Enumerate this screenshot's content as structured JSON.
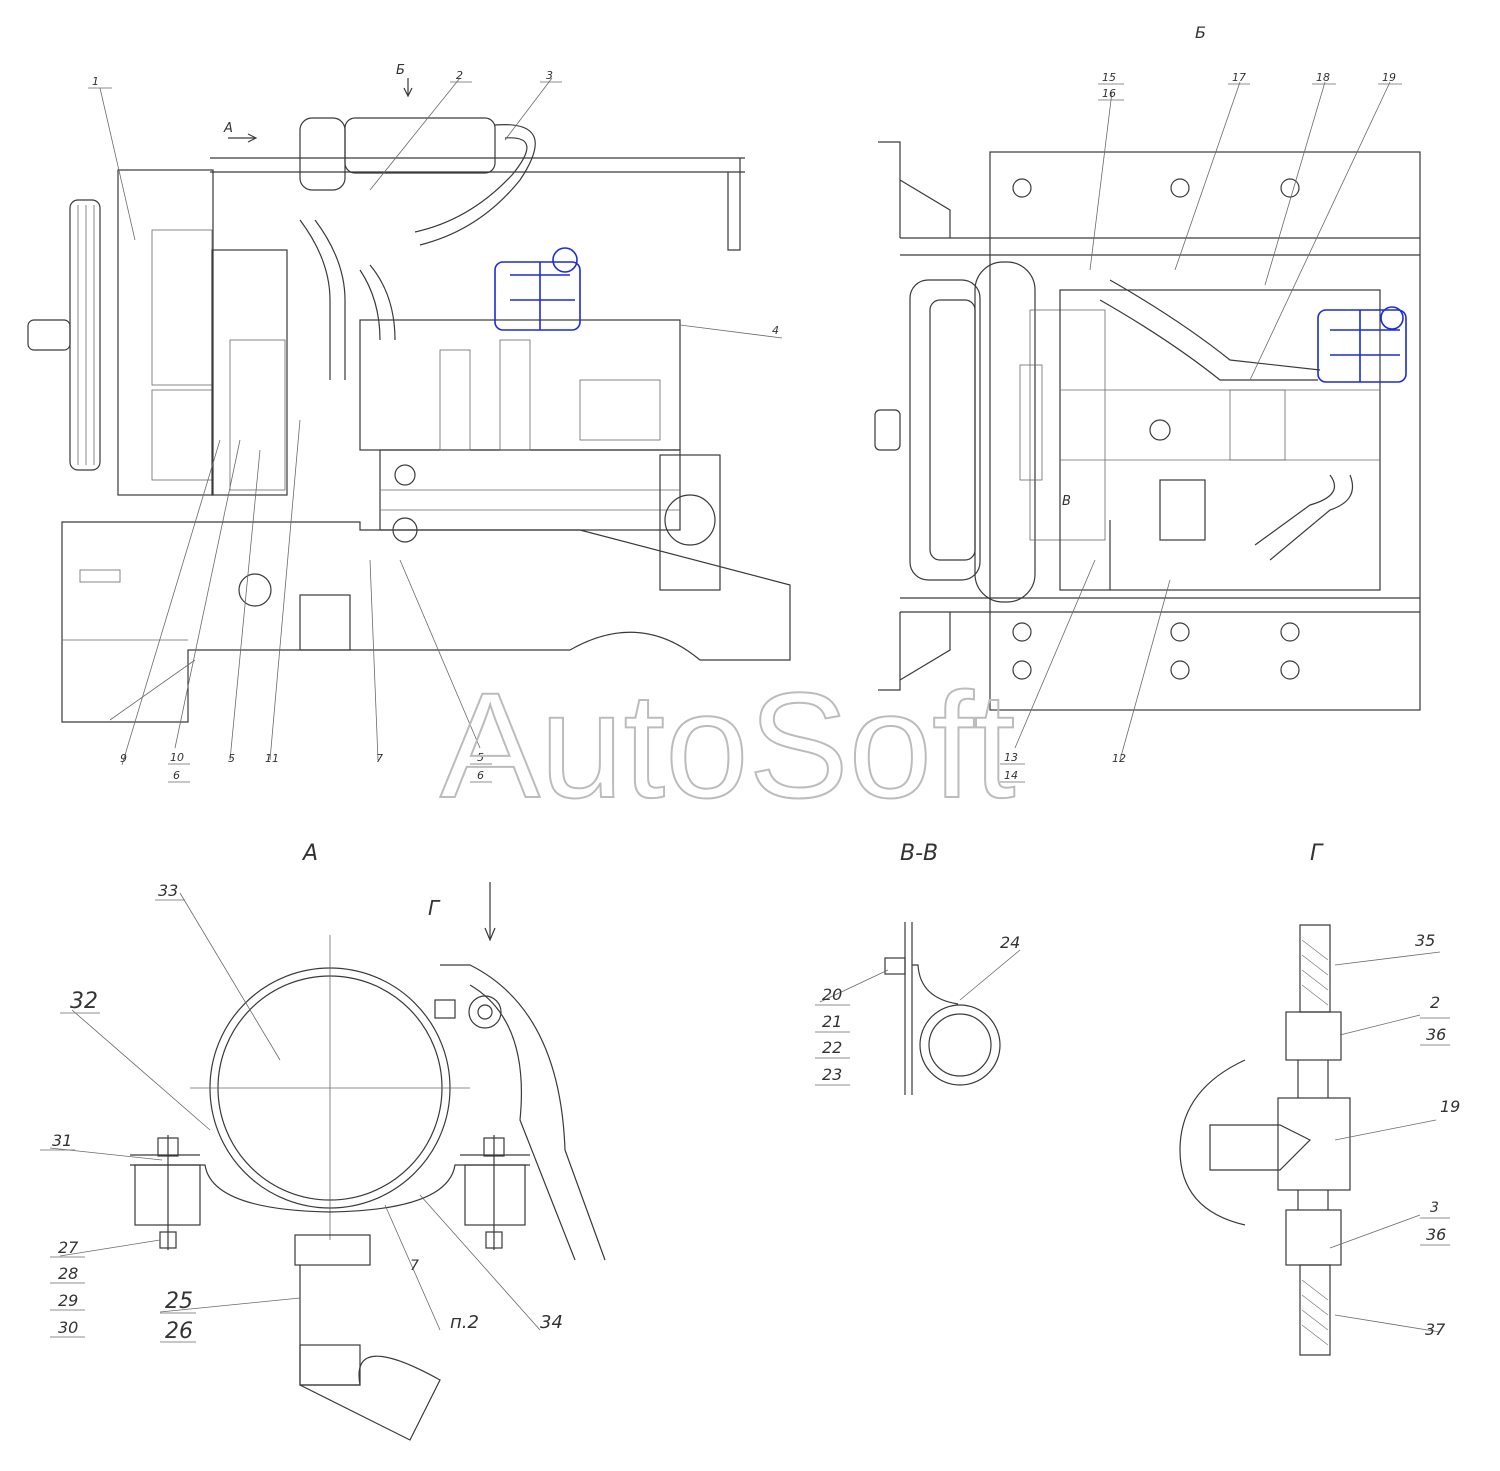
{
  "watermark": "AutoSoft",
  "views": {
    "view_a": "А",
    "view_b": "Б",
    "section_vv": "В-В",
    "view_g": "Г",
    "view_g_small": "Г",
    "arrow_a": "А",
    "arrow_b": "Б",
    "mark_v": "В"
  },
  "callouts": {
    "c1": "1",
    "c2": "2",
    "c3": "3",
    "c4": "4",
    "c15": "15",
    "c16": "16",
    "c17": "17",
    "c18": "18",
    "c19": "19",
    "b9": "9",
    "b10": "10",
    "b6a": "6",
    "b5a": "5",
    "b11": "11",
    "b7": "7",
    "b5b": "5",
    "b6b": "6",
    "b13": "13",
    "b14": "14",
    "b12": "12",
    "a33": "33",
    "a32": "32",
    "a31": "31",
    "a27": "27",
    "a28": "28",
    "a29": "29",
    "a30": "30",
    "a25": "25",
    "a26": "26",
    "a7": "7",
    "ap2": "п.2",
    "a34": "34",
    "v24": "24",
    "v20": "20",
    "v21": "21",
    "v22": "22",
    "v23": "23",
    "g35": "35",
    "g2": "2",
    "g36a": "36",
    "g19": "19",
    "g3": "3",
    "g36b": "36",
    "g37": "37"
  }
}
